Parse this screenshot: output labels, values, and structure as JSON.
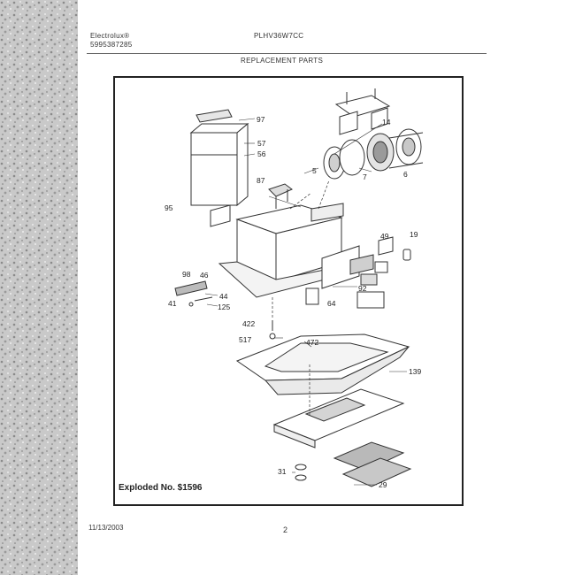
{
  "header": {
    "brand": "Electrolux®",
    "doc_code": "5995387285",
    "model": "PLHV36W7CC",
    "section_title": "REPLACEMENT PARTS"
  },
  "diagram": {
    "part_labels": [
      "97",
      "57",
      "56",
      "87",
      "95",
      "14",
      "5",
      "7",
      "6",
      "49",
      "19",
      "98",
      "46",
      "44",
      "41",
      "125",
      "64",
      "92",
      "422",
      "517",
      "472",
      "139",
      "31",
      "29"
    ],
    "caption": "Exploded No. $1596"
  },
  "footer": {
    "date": "11/13/2003",
    "page_number": "2"
  }
}
